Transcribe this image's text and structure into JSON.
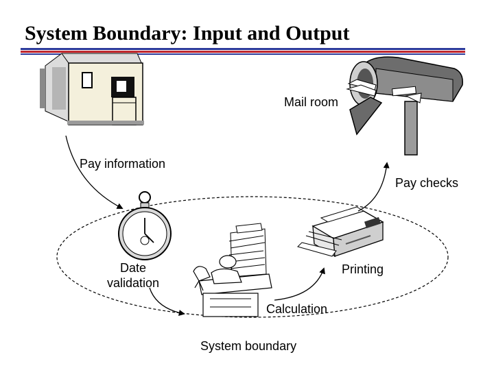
{
  "title": "System Boundary: Input and Output",
  "colors": {
    "rule_red": "#c0262c",
    "rule_blue": "#2d3a9a",
    "ink": "#000000",
    "cream": "#f4f0dc",
    "mailbox_gray": "#7a7a7a"
  },
  "icons": {
    "source_office": "building-icon",
    "mail_room": "mailbox-icon",
    "date_validation": "stopwatch-icon",
    "calculation": "worker-at-desk-icon",
    "printing": "printer-icon"
  },
  "labels": {
    "mail_room": "Mail room",
    "pay_information": "Pay information",
    "pay_checks": "Pay checks",
    "date_validation_line1": "Date",
    "date_validation_line2": "validation",
    "printing": "Printing",
    "calculation": "Calculation",
    "system_boundary": "System boundary"
  }
}
